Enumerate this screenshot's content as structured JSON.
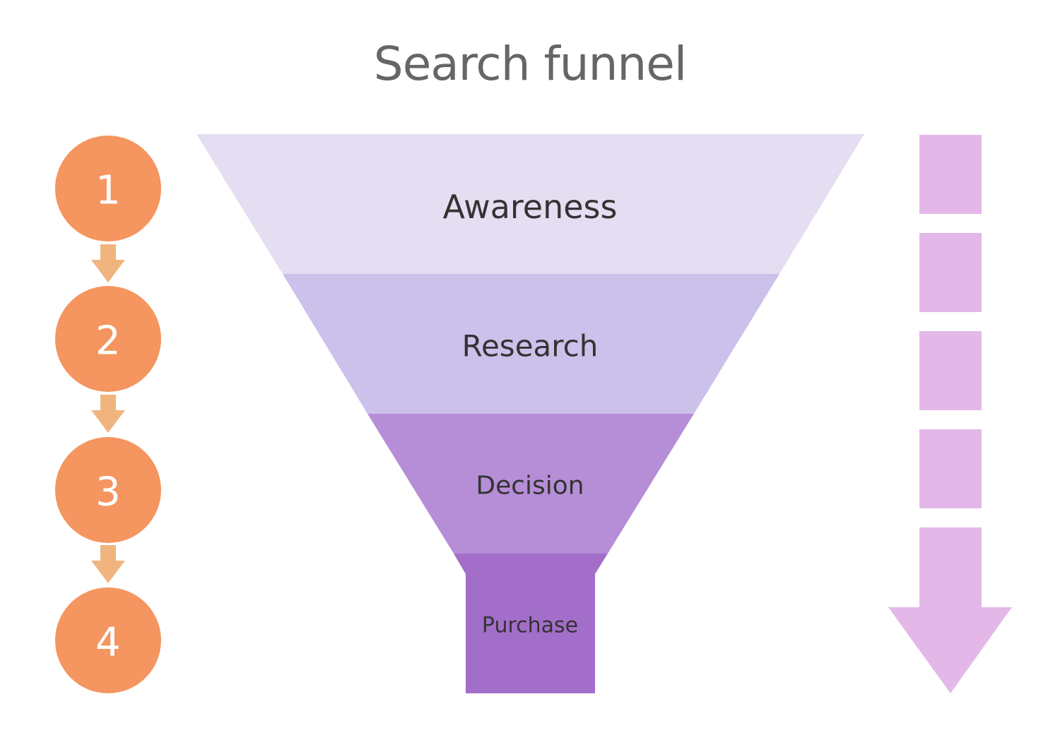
{
  "title": "Search funnel",
  "colors": {
    "step_circle": "#F5955F",
    "step_arrow": "#F0B57F",
    "direction_arrow": "#E3B8E9",
    "funnel_layers": [
      "#E5DDF1",
      "#CCC1EB",
      "#B68DD7",
      "#A36ECA"
    ],
    "label_text": "#333333",
    "title_text": "#666666"
  },
  "steps": [
    "1",
    "2",
    "3",
    "4"
  ],
  "funnel": {
    "layers": [
      {
        "label": "Awareness"
      },
      {
        "label": "Research"
      },
      {
        "label": "Decision"
      },
      {
        "label": "Purchase"
      }
    ]
  },
  "direction_indicator": {
    "segments": 5,
    "direction": "down"
  }
}
